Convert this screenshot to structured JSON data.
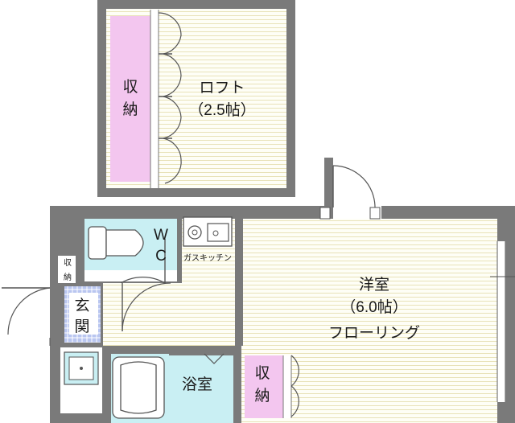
{
  "rooms": {
    "loft": {
      "name": "ロフト",
      "size": "（2.5帖）"
    },
    "loft_storage": {
      "label": "収納"
    },
    "western_room": {
      "name": "洋室",
      "size": "（6.0帖）",
      "floor": "フローリング"
    },
    "wc": {
      "label": "WC"
    },
    "kitchen": {
      "label": "ガスキッチン"
    },
    "entrance": {
      "label": "玄関"
    },
    "entrance_storage": {
      "label": "収納"
    },
    "bathroom": {
      "label": "浴室"
    },
    "room_storage": {
      "label": "収納"
    }
  },
  "colors": {
    "wall": "#7a7a7a",
    "floor_lines": "#e8e2b8",
    "storage": "#f3c6ef",
    "wet_area": "#c9eff3",
    "tile": "#b9c6f0"
  }
}
